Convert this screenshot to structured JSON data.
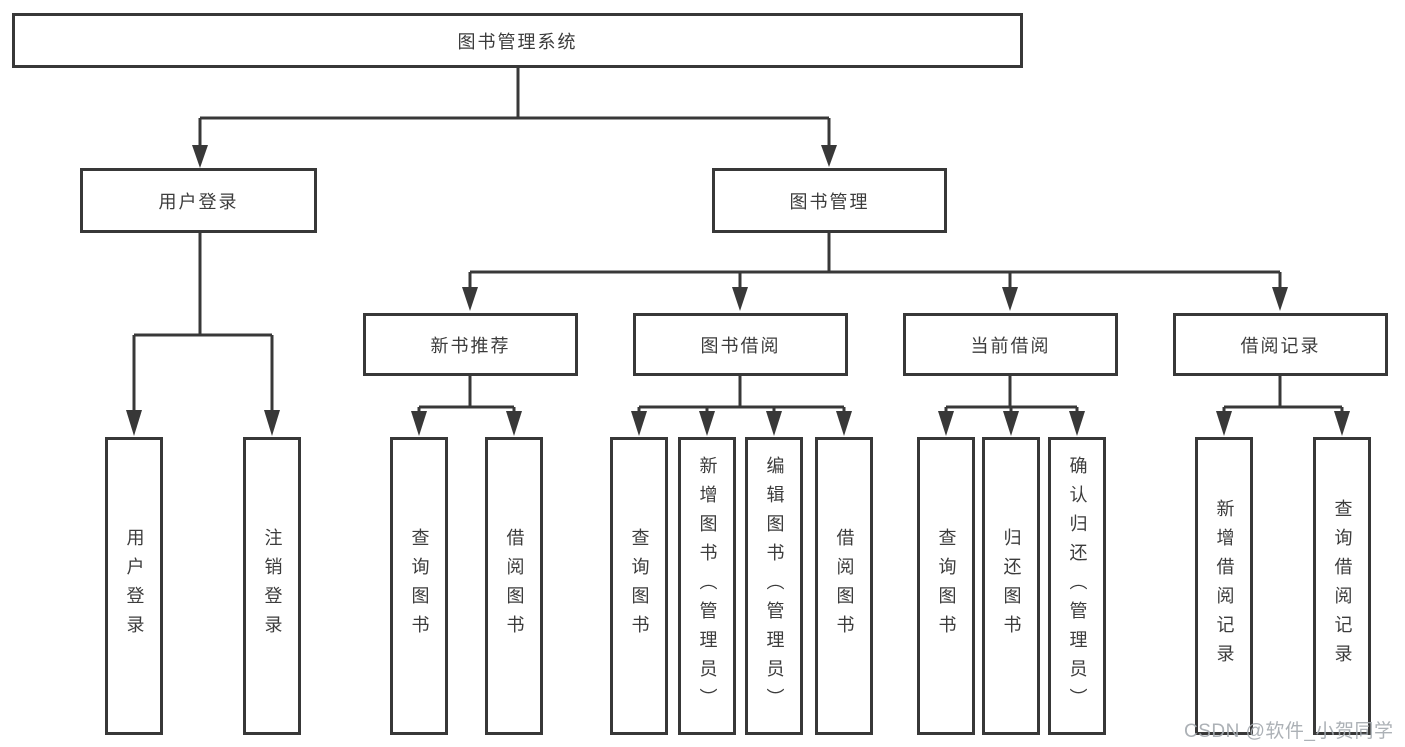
{
  "tree": {
    "root": {
      "label": "图书管理系统"
    },
    "branches": [
      {
        "label": "用户登录",
        "children": [
          {
            "label": "用户登录"
          },
          {
            "label": "注销登录"
          }
        ]
      },
      {
        "label": "图书管理",
        "children": [
          {
            "label": "新书推荐",
            "children": [
              {
                "label": "查询图书"
              },
              {
                "label": "借阅图书"
              }
            ]
          },
          {
            "label": "图书借阅",
            "children": [
              {
                "label": "查询图书"
              },
              {
                "label": "新增图书（管理员）"
              },
              {
                "label": "编辑图书（管理员）"
              },
              {
                "label": "借阅图书"
              }
            ]
          },
          {
            "label": "当前借阅",
            "children": [
              {
                "label": "查询图书"
              },
              {
                "label": "归还图书"
              },
              {
                "label": "确认归还（管理员）"
              }
            ]
          },
          {
            "label": "借阅记录",
            "children": [
              {
                "label": "新增借阅记录"
              },
              {
                "label": "查询借阅记录"
              }
            ]
          }
        ]
      }
    ]
  },
  "watermark": {
    "text": "CSDN @软件_小贺同学"
  },
  "colors": {
    "line": "#383838",
    "box_border": "#383838",
    "text": "#3c3c3c",
    "background": "#ffffff",
    "watermark_text": "#a5aab0"
  }
}
